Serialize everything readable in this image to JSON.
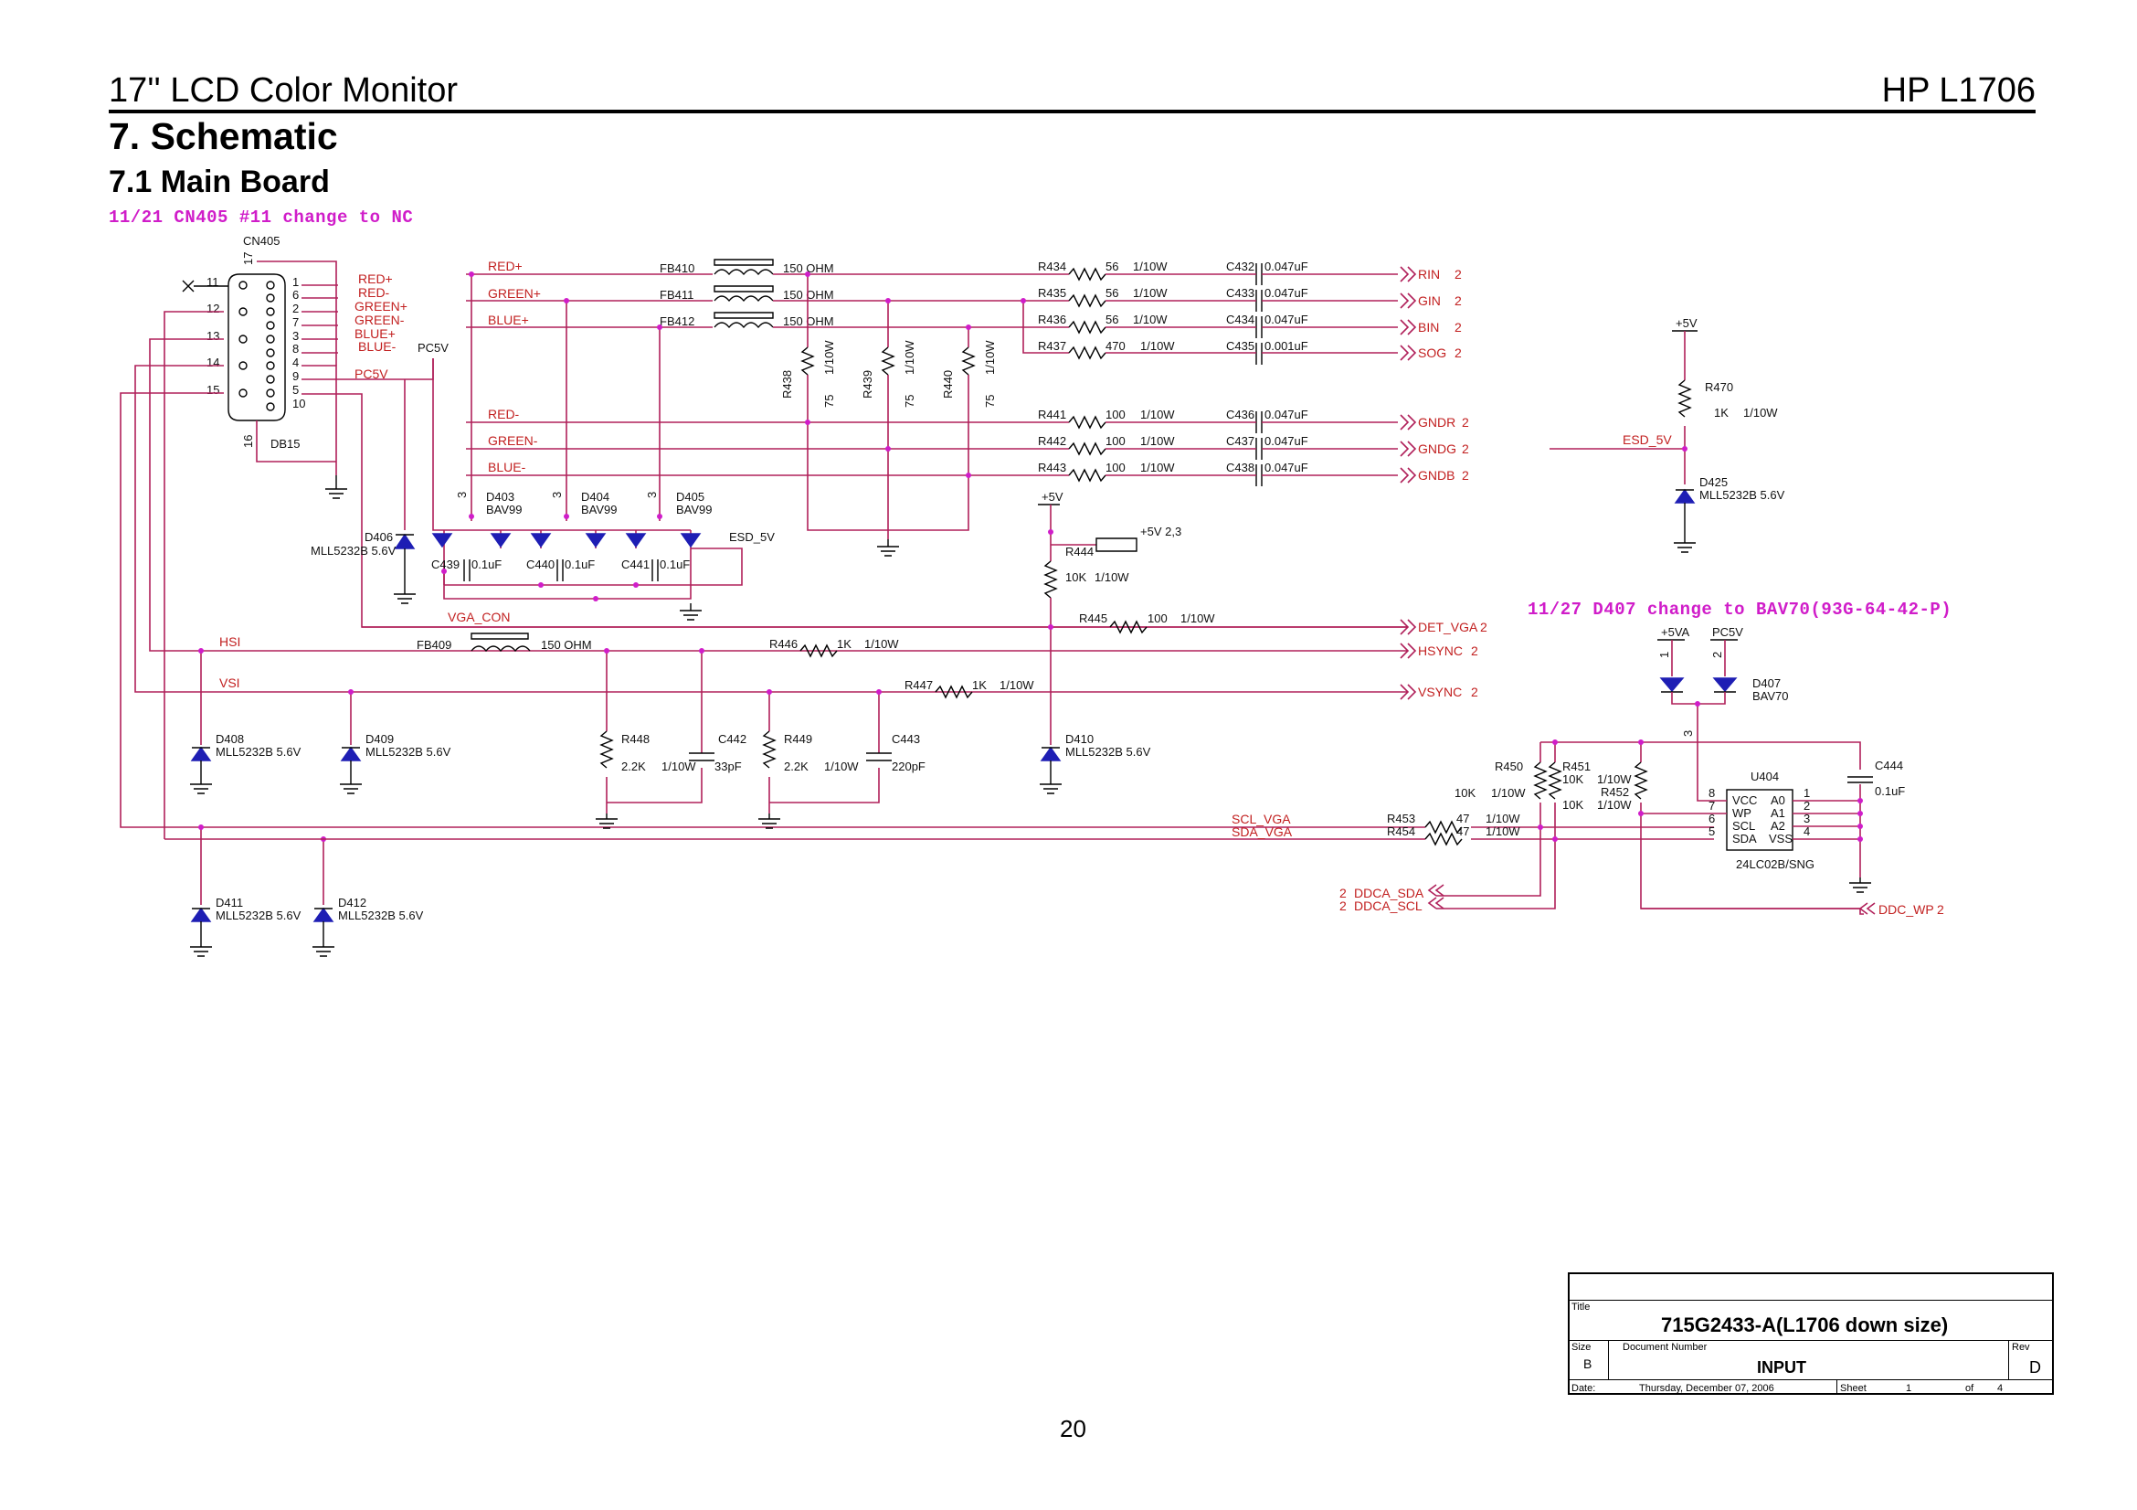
{
  "header": {
    "left_title": "17'' LCD Color Monitor",
    "right_title": "HP L1706",
    "section": "7. Schematic",
    "subsection": "7.1 Main Board"
  },
  "notes": {
    "cn405_note": "11/21 CN405 #11 change to NC",
    "d407_note": "11/27 D407 change to BAV70(93G-64-42-P)"
  },
  "connector": {
    "ref": "CN405",
    "type": "DB15",
    "pin_17": "17",
    "pin_16": "16",
    "left_pins": [
      "11",
      "12",
      "13",
      "14",
      "15"
    ],
    "right_pins": [
      "1",
      "6",
      "2",
      "7",
      "3",
      "8",
      "4",
      "9",
      "5",
      "10"
    ],
    "pin_labels": [
      "RED+",
      "RED-",
      "GREEN+",
      "GREEN-",
      "BLUE+",
      "BLUE-",
      "",
      "PC5V"
    ],
    "pc5v": "PC5V"
  },
  "nets": {
    "red_p": "RED+",
    "green_p": "GREEN+",
    "blue_p": "BLUE+",
    "red_n": "RED-",
    "green_n": "GREEN-",
    "blue_n": "BLUE-",
    "vga_con": "VGA_CON",
    "hsi": "HSI",
    "vsi": "VSI",
    "scl_vga": "SCL_VGA",
    "sda_vga": "SDA_VGA",
    "esd5v": "ESD_5V",
    "plus5v": "+5V",
    "plus5va": "+5VA",
    "pc5v": "PC5V",
    "plus5v_ref": "+5V  2,3"
  },
  "ferrites": [
    {
      "ref": "FB410",
      "val": "150 OHM"
    },
    {
      "ref": "FB411",
      "val": "150 OHM"
    },
    {
      "ref": "FB412",
      "val": "150 OHM"
    },
    {
      "ref": "FB409",
      "val": "150 OHM"
    }
  ],
  "series_resistors": [
    {
      "ref": "R434",
      "val": "56",
      "pwr": "1/10W"
    },
    {
      "ref": "R435",
      "val": "56",
      "pwr": "1/10W"
    },
    {
      "ref": "R436",
      "val": "56",
      "pwr": "1/10W"
    },
    {
      "ref": "R437",
      "val": "470",
      "pwr": "1/10W"
    },
    {
      "ref": "R441",
      "val": "100",
      "pwr": "1/10W"
    },
    {
      "ref": "R442",
      "val": "100",
      "pwr": "1/10W"
    },
    {
      "ref": "R443",
      "val": "100",
      "pwr": "1/10W"
    }
  ],
  "coupling_caps": [
    {
      "ref": "C432",
      "val": "0.047uF"
    },
    {
      "ref": "C433",
      "val": "0.047uF"
    },
    {
      "ref": "C434",
      "val": "0.047uF"
    },
    {
      "ref": "C435",
      "val": "0.001uF"
    },
    {
      "ref": "C436",
      "val": "0.047uF"
    },
    {
      "ref": "C437",
      "val": "0.047uF"
    },
    {
      "ref": "C438",
      "val": "0.047uF"
    }
  ],
  "outputs": [
    {
      "name": "RIN",
      "page": "2"
    },
    {
      "name": "GIN",
      "page": "2"
    },
    {
      "name": "BIN",
      "page": "2"
    },
    {
      "name": "SOG",
      "page": "2"
    },
    {
      "name": "GNDR",
      "page": "2"
    },
    {
      "name": "GNDG",
      "page": "2"
    },
    {
      "name": "GNDB",
      "page": "2"
    },
    {
      "name": "DET_VGA",
      "page": "2"
    },
    {
      "name": "HSYNC",
      "page": "2"
    },
    {
      "name": "VSYNC",
      "page": "2"
    },
    {
      "name": "DDC_WP",
      "page": "2"
    }
  ],
  "ddc_inputs": [
    {
      "name": "DDCA_SDA",
      "page": "2"
    },
    {
      "name": "DDCA_SCL",
      "page": "2"
    }
  ],
  "terminations": [
    {
      "ref": "R438",
      "val": "75",
      "pwr": "1/10W"
    },
    {
      "ref": "R439",
      "val": "75",
      "pwr": "1/10W"
    },
    {
      "ref": "R440",
      "val": "75",
      "pwr": "1/10W"
    }
  ],
  "bav99": [
    {
      "ref": "D403",
      "type": "BAV99"
    },
    {
      "ref": "D404",
      "type": "BAV99"
    },
    {
      "ref": "D405",
      "type": "BAV99"
    }
  ],
  "esd_caps": [
    {
      "ref": "C439",
      "val": "0.1uF"
    },
    {
      "ref": "C440",
      "val": "0.1uF"
    },
    {
      "ref": "C441",
      "val": "0.1uF"
    }
  ],
  "zeners": [
    {
      "ref": "D406",
      "type": "MLL5232B 5.6V"
    },
    {
      "ref": "D408",
      "type": "MLL5232B 5.6V"
    },
    {
      "ref": "D409",
      "type": "MLL5232B 5.6V"
    },
    {
      "ref": "D410",
      "type": "MLL5232B 5.6V"
    },
    {
      "ref": "D411",
      "type": "MLL5232B 5.6V"
    },
    {
      "ref": "D412",
      "type": "MLL5232B 5.6V"
    },
    {
      "ref": "D425",
      "type": "MLL5232B 5.6V"
    }
  ],
  "sync": {
    "r444": {
      "ref": "R444",
      "val": "10K",
      "pwr": "1/10W"
    },
    "r445": {
      "ref": "R445",
      "val": "100",
      "pwr": "1/10W"
    },
    "r446": {
      "ref": "R446",
      "val": "1K",
      "pwr": "1/10W"
    },
    "r447": {
      "ref": "R447",
      "val": "1K",
      "pwr": "1/10W"
    },
    "r448": {
      "ref": "R448",
      "val": "2.2K",
      "pwr": "1/10W"
    },
    "r449": {
      "ref": "R449",
      "val": "2.2K",
      "pwr": "1/10W"
    },
    "c442": {
      "ref": "C442",
      "val": "33pF"
    },
    "c443": {
      "ref": "C443",
      "val": "220pF"
    }
  },
  "esd_supply": {
    "r470": {
      "ref": "R470",
      "val": "1K",
      "pwr": "1/10W"
    }
  },
  "eeprom": {
    "ref": "U404",
    "part": "24LC02B/SNG",
    "pins_left": [
      "8",
      "7",
      "6",
      "5"
    ],
    "pins_right": [
      "1",
      "2",
      "3",
      "4"
    ],
    "names_left": [
      "VCC",
      "WP",
      "SCL",
      "SDA"
    ],
    "names_right": [
      "A0",
      "A1",
      "A2",
      "VSS"
    ],
    "d407": {
      "ref": "D407",
      "type": "BAV70",
      "pin1": "1",
      "pin2": "2",
      "pin3": "3"
    },
    "r450": {
      "ref": "R450",
      "val": "10K",
      "pwr": "1/10W"
    },
    "r451": {
      "ref": "R451",
      "val": "10K",
      "pwr": "1/10W"
    },
    "r452": {
      "ref": "R452",
      "val": "10K",
      "pwr": "1/10W"
    },
    "r453": {
      "ref": "R453",
      "val": "47",
      "pwr": "1/10W"
    },
    "r454": {
      "ref": "R454",
      "val": "47",
      "pwr": "1/10W"
    },
    "c444": {
      "ref": "C444",
      "val": "0.1uF"
    }
  },
  "title_block": {
    "title_label": "Title",
    "title": "715G2433-A(L1706 down size)",
    "size_label": "Size",
    "size": "B",
    "doc_label": "Document Number",
    "doc": "INPUT",
    "rev_label": "Rev",
    "rev": "D",
    "date_label": "Date:",
    "date": "Thursday, December 07, 2006",
    "sheet_label": "Sheet",
    "sheet": "1",
    "of_label": "of",
    "total": "4"
  },
  "page_number": "20"
}
